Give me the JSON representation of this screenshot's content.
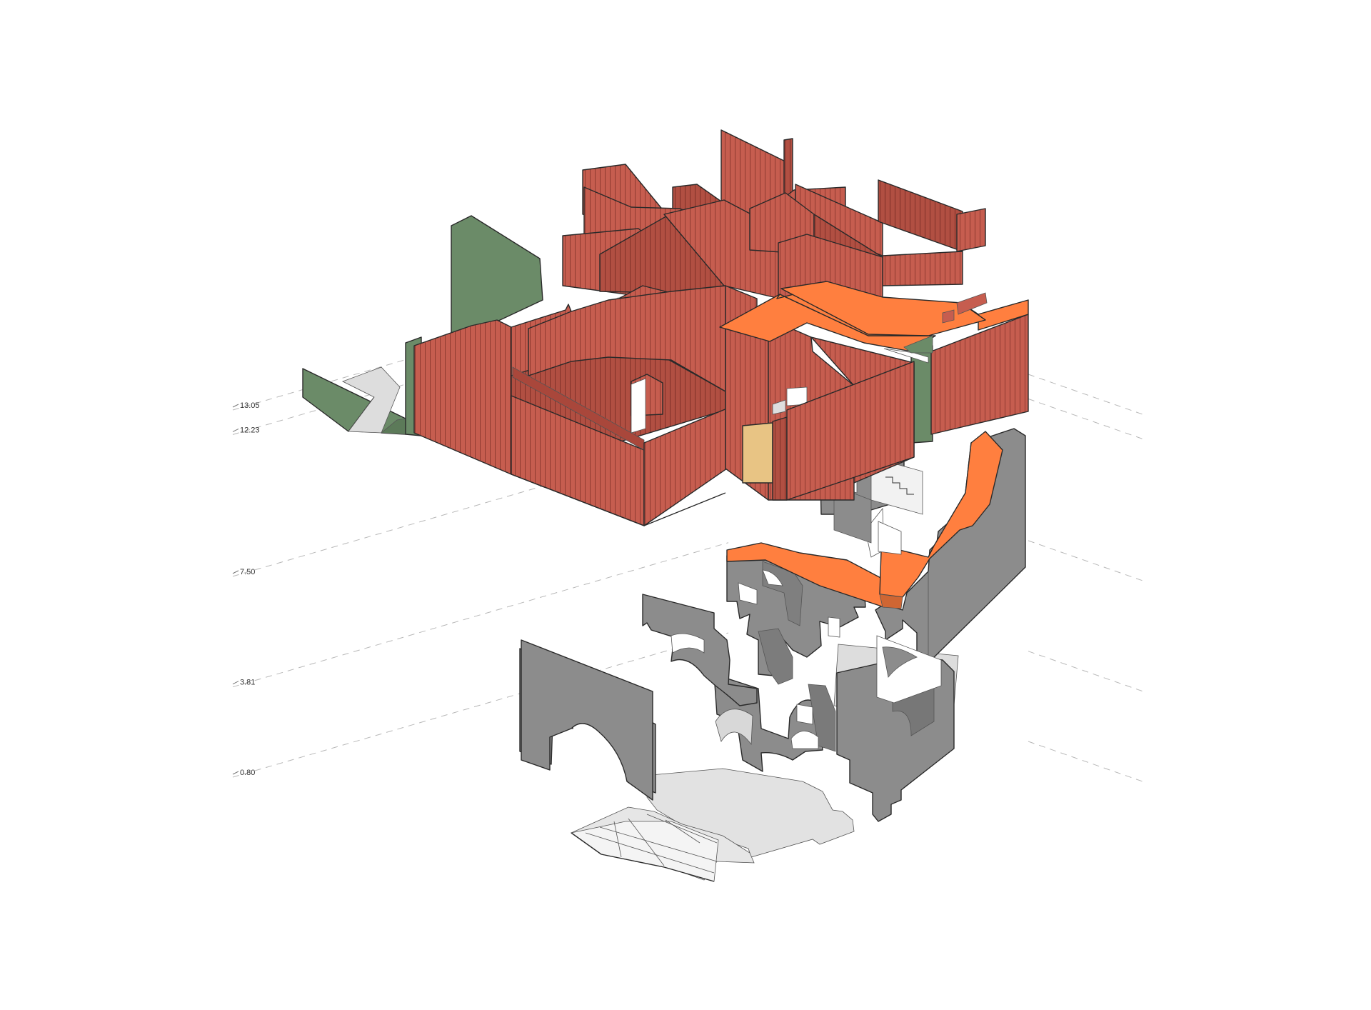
{
  "levels": [
    {
      "value": 13.05,
      "label": "13.05"
    },
    {
      "value": 12.23,
      "label": "12.23"
    },
    {
      "value": 7.5,
      "label": "7.50"
    },
    {
      "value": 3.81,
      "label": "3.81"
    },
    {
      "value": 0.8,
      "label": "0.80"
    }
  ],
  "colors": {
    "cladding": "#c65d4f",
    "cladding_shade": "#a9473b",
    "cladding_line": "#8e3a30",
    "accent_floor": "#ff7f3f",
    "green_wall": "#6b8b68",
    "door": "#e8c484",
    "masonry": "#8c8c8c",
    "masonry_dark": "#6f6f6f",
    "ground": "#e2e2e2",
    "dash": "#b8b8b8"
  }
}
